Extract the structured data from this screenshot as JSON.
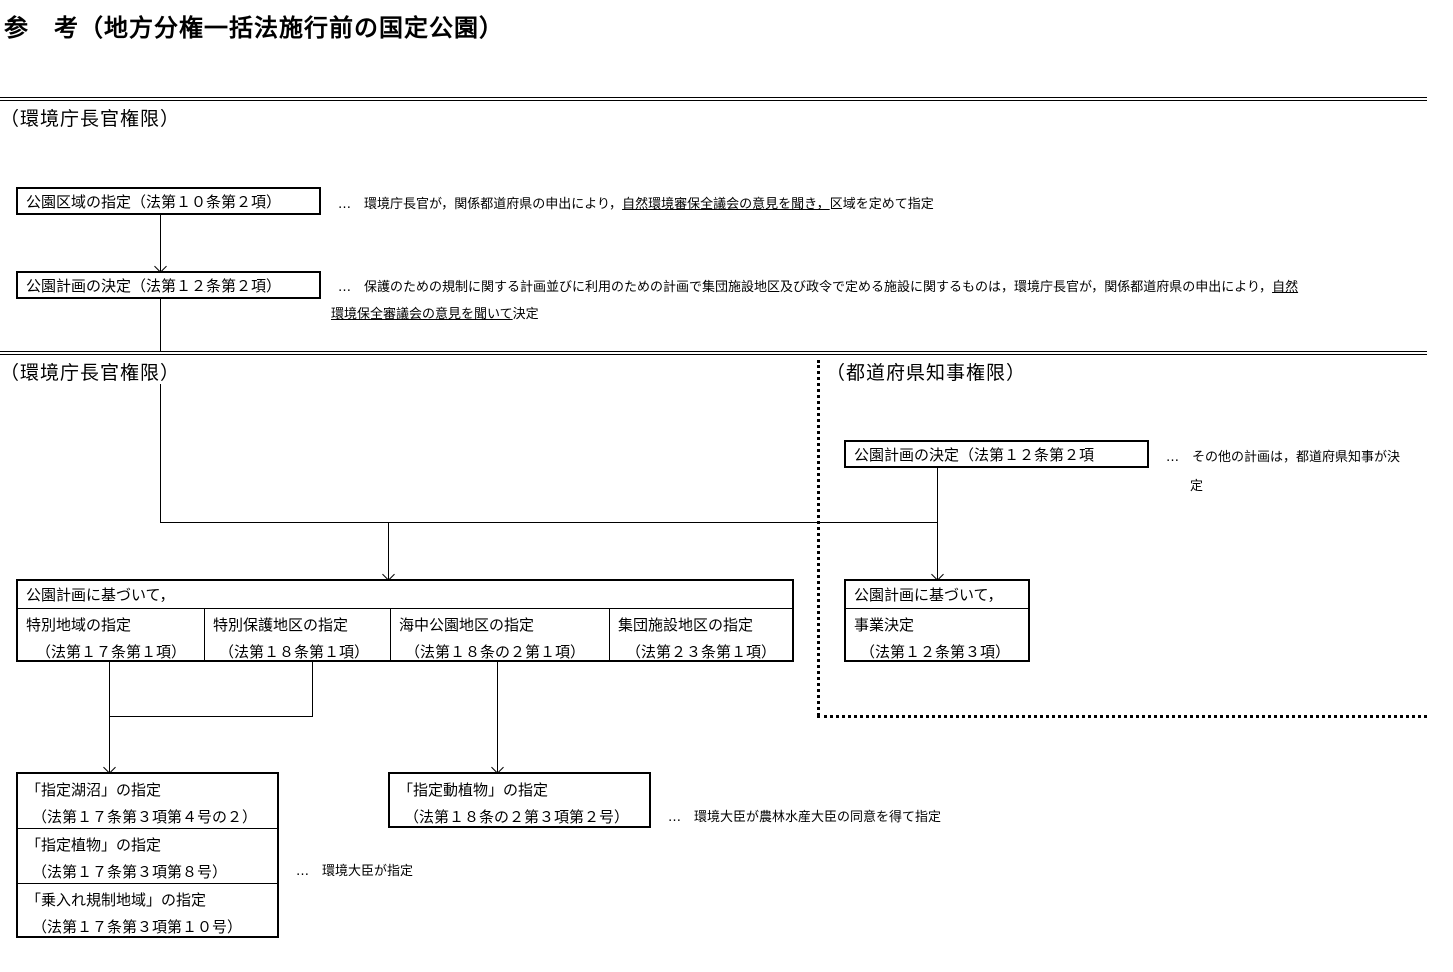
{
  "title": "参　考（地方分権一括法施行前の国定公園）",
  "sections": {
    "top": "（環境庁長官権限）",
    "mid_left": "（環境庁長官権限）",
    "mid_right": "（都道府県知事権限）"
  },
  "boxes": {
    "area_designation": "公園区域の指定（法第１０条第２項）",
    "plan_decision": "公園計画の決定（法第１２条第２項）",
    "pref_plan_decision": "公園計画の決定（法第１２条第２項",
    "based_on_plan": "公園計画に基づいて，",
    "special_area": {
      "line1": "特別地域の指定",
      "line2": "（法第１７条第１項）"
    },
    "special_protection": {
      "line1": "特別保護地区の指定",
      "line2": "（法第１８条第１項）"
    },
    "marine_park": {
      "line1": "海中公園地区の指定",
      "line2": "（法第１８条の２第１項）"
    },
    "group_facility": {
      "line1": "集団施設地区の指定",
      "line2": "（法第２３条第１項）"
    },
    "pref_based_on_plan": {
      "line1": "公園計画に基づいて，",
      "line2": "事業決定",
      "line3": "（法第１２条第３項）"
    },
    "lakes": {
      "line1": "「指定湖沼」の指定",
      "line2": "（法第１７条第３項第４号の２）"
    },
    "plants": {
      "line1": "「指定植物」の指定",
      "line2": "（法第１７条第３項第８号）"
    },
    "vehicles": {
      "line1": "「乗入れ規制地域」の指定",
      "line2": "（法第１７条第３項第１０号）"
    },
    "animals_plants": {
      "line1": "「指定動植物」の指定",
      "line2": "（法第１８条の２第３項第２号）"
    }
  },
  "notes": {
    "area": {
      "prefix": "…　環境庁長官が，関係都道府県の申出により，",
      "underlined": "自然環境審保全議会の意見を聞き，",
      "suffix": "区域を定めて指定"
    },
    "plan": {
      "prefix": "…　保護のための規制に関する計画並びに利用のための計画で集団施設地区及び政令で定める施設に関するものは，環境庁長官が，関係都道府県の申出により，",
      "underlined1": "自然",
      "underlined2": "環境保全審議会の意見を聞いて",
      "suffix": "決定"
    },
    "pref_plan_line1": "…　その他の計画は，都道府県知事が決",
    "pref_plan_line2": "定",
    "minister": "…　環境大臣が指定",
    "agri": "…　環境大臣が農林水産大臣の同意を得て指定"
  }
}
